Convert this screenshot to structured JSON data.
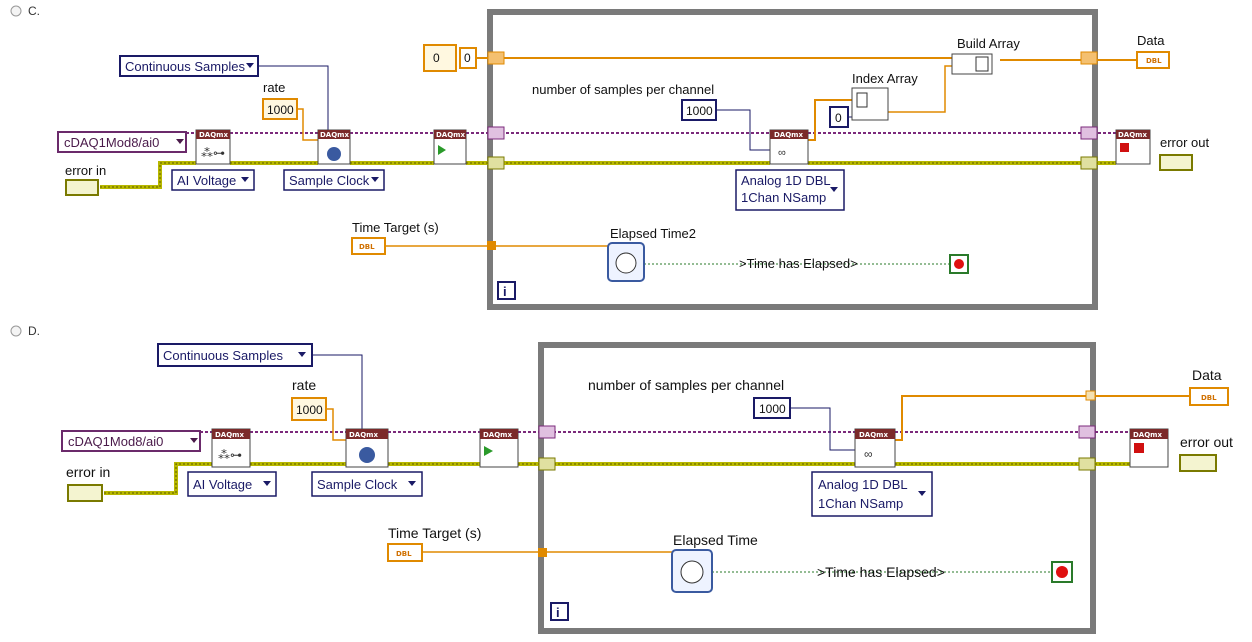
{
  "options": [
    {
      "letter": "C.",
      "physical_channel": "cDAQ1Mod8/ai0",
      "error_in": "error in",
      "ai_voltage": "AI Voltage",
      "sample_mode": "Continuous Samples",
      "rate_label": "rate",
      "rate_value": "1000",
      "sample_clock": "Sample Clock",
      "samples_label": "number of samples per channel",
      "samples_value": "1000",
      "read_type_line1": "Analog 1D DBL",
      "read_type_line2": "1Chan NSamp",
      "build_array": "Build Array",
      "index_array": "Index Array",
      "index_value": "0",
      "shift_init_a": "0",
      "shift_init_b": "0",
      "data_label": "Data",
      "error_out": "error out",
      "time_target": "Time Target (s)",
      "elapsed_time": "Elapsed Time2",
      "time_has_elapsed": ">Time has Elapsed>",
      "iteration": "i",
      "dbl": "DBL",
      "daqmx": "DAQmx"
    },
    {
      "letter": "D.",
      "physical_channel": "cDAQ1Mod8/ai0",
      "error_in": "error in",
      "ai_voltage": "AI Voltage",
      "sample_mode": "Continuous Samples",
      "rate_label": "rate",
      "rate_value": "1000",
      "sample_clock": "Sample Clock",
      "samples_label": "number of samples per channel",
      "samples_value": "1000",
      "read_type_line1": "Analog 1D DBL",
      "read_type_line2": "1Chan NSamp",
      "data_label": "Data",
      "error_out": "error out",
      "time_target": "Time Target (s)",
      "elapsed_time": "Elapsed Time",
      "time_has_elapsed": ">Time has Elapsed>",
      "iteration": "i",
      "dbl": "DBL",
      "daqmx": "DAQmx"
    }
  ]
}
